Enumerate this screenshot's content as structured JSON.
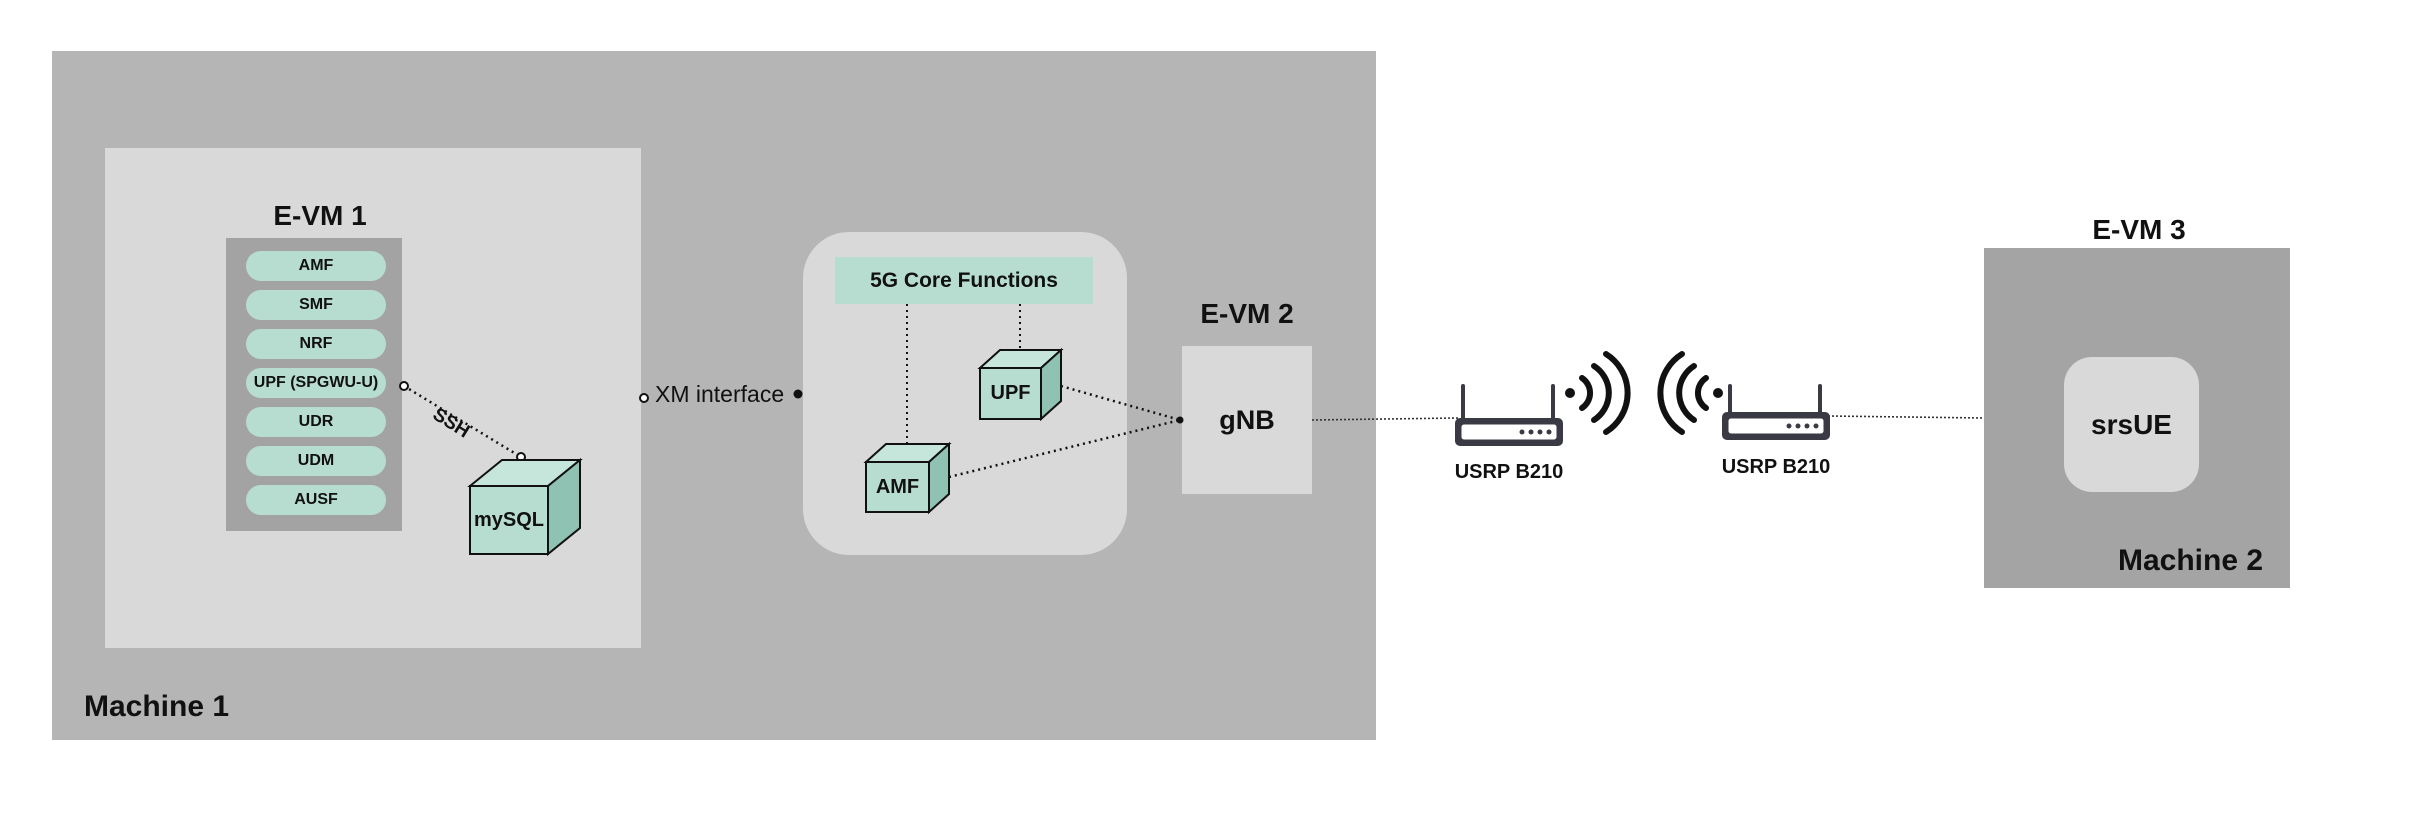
{
  "machine1": {
    "label": "Machine 1"
  },
  "evm1": {
    "title": "E-VM 1",
    "functions": [
      "AMF",
      "SMF",
      "NRF",
      "UPF (SPGWU-U)",
      "UDR",
      "UDM",
      "AUSF"
    ],
    "db_label": "mySQL",
    "ssh_label": "SSH"
  },
  "xm_interface": {
    "label": "XM interface"
  },
  "core": {
    "title": "5G Core Functions",
    "upf_label": "UPF",
    "amf_label": "AMF"
  },
  "evm2": {
    "title": "E-VM 2",
    "gnb_label": "gNB"
  },
  "usrp": {
    "left_label": "USRP B210",
    "right_label": "USRP B210"
  },
  "evm3": {
    "title": "E-VM 3",
    "ue_label": "srsUE"
  },
  "machine2": {
    "label": "Machine 2"
  },
  "colors": {
    "machine_gray": "#b5b5b5",
    "panel_light": "#d9d9d9",
    "accent_mint": "#b7ddd1",
    "dark": "#3a3a44"
  },
  "icons": [
    "router-icon",
    "wireless-signal-icon",
    "cube-icon"
  ]
}
